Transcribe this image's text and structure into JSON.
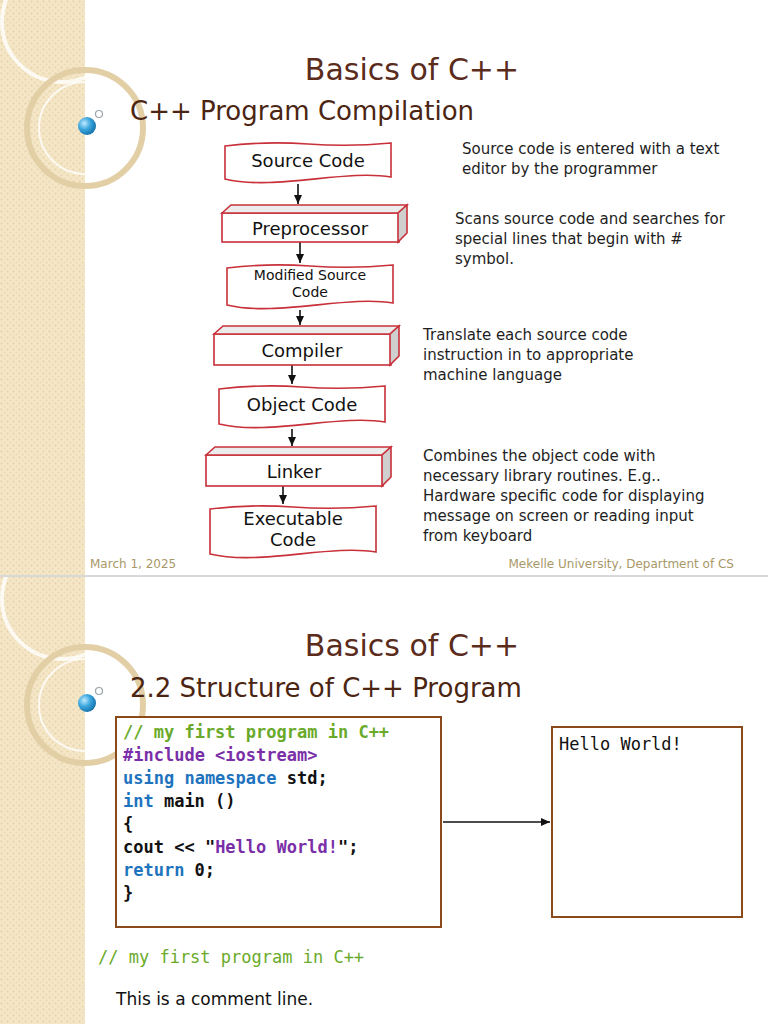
{
  "diagram": {
    "title": "Basics of C++",
    "nodes": [
      {
        "text": [
          "Source Code"
        ]
      },
      {
        "text": [
          "Preprocessor"
        ]
      },
      {
        "text": [
          "Modified Source Code"
        ]
      },
      {
        "text": [
          "Compiler"
        ]
      },
      {
        "text": [
          "Object Code"
        ]
      },
      {
        "text": [
          "Linker"
        ]
      },
      {
        "text": [
          "Executable Code"
        ]
      },
      {
        "text": [
          "// my first program in C++",
          "#include <iostream>",
          "using namespace",
          "std;",
          "int",
          "main ()",
          "{",
          "cout << \"",
          "Hello World!",
          "\";",
          "return",
          "0;",
          "}"
        ]
      },
      {
        "text": [
          "Hello World!"
        ]
      }
    ],
    "edges": [
      {
        "from": 0,
        "to": 1,
        "arrow": "to"
      },
      {
        "from": 1,
        "to": 2,
        "arrow": "to"
      },
      {
        "from": 2,
        "to": 3,
        "arrow": "to"
      },
      {
        "from": 3,
        "to": 4,
        "arrow": "to"
      },
      {
        "from": 4,
        "to": 5,
        "arrow": "to"
      },
      {
        "from": 5,
        "to": 6,
        "arrow": "to"
      },
      {
        "from": 7,
        "to": 8,
        "arrow": "to"
      }
    ],
    "labels": [
      "C++ Program Compilation",
      "Source code is entered with a text editor by the programmer",
      "Scans source code and searches for special lines that begin with # symbol.",
      "Translate each source code instruction in to appropriate machine language",
      "Combines the object code with necessary library routines. E.g.. Hardware specific code for displaying message on screen or reading input from keyboard",
      "March 1, 2025",
      "Mekelle University, Department of CS",
      "Basics of C++",
      "2.2 Structure of C++ Program",
      "// my first program in C++",
      "This is a comment line."
    ]
  }
}
